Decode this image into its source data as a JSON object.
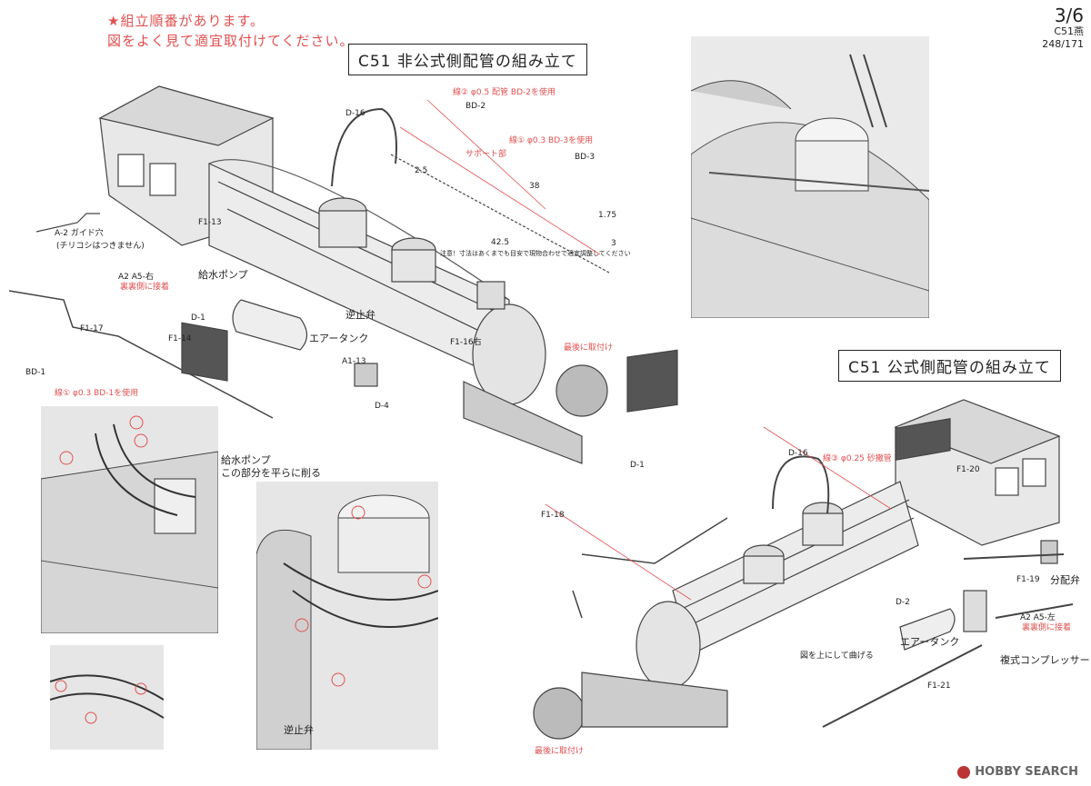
{
  "warning": {
    "line1": "★組立順番があります。",
    "line2": "図をよく見て適宜取付けてください。"
  },
  "titles": {
    "unofficial": "C51 非公式側配管の組み立て",
    "official": "C51 公式側配管の組み立て"
  },
  "page": {
    "number": "3/6",
    "model": "C51燕",
    "code": "248/171"
  },
  "labels": {
    "guide": "A-2 ガイド穴",
    "guide_note": "(チリコシはつきません)",
    "a2_right": "A2 A5-右",
    "a2_right_note": "裏裏側に接着",
    "feed_pump": "給水ポンプ",
    "feed_pump_note": "この部分を平らに削る",
    "air_tank": "エアータンク",
    "air_tank2": "エアータンク",
    "check_valve": "逆止弁",
    "check_valve2": "逆止弁",
    "compressor": "複式コンプレッサー",
    "distributor": "分配弁",
    "bend_up": "図を上にして曲げる",
    "a2_left": "A2 A5-左",
    "a2_left_note": "裏裏側に接着",
    "d16": "D-16",
    "d16b": "D-16",
    "f113": "F1-13",
    "f114": "F1-14",
    "f117": "F1-17",
    "f116": "F1-16右",
    "f118": "F1-18",
    "f119": "F1-19",
    "f120": "F1-20",
    "f121": "F1-21",
    "d1": "D-1",
    "d1b": "D-1",
    "d2": "D-2",
    "d4": "D-4",
    "a113": "A1-13",
    "bd1": "BD-1",
    "bd2": "BD-2",
    "bd3": "BD-3",
    "support": "サポート部",
    "dim_38": "38",
    "dim_425": "42.5",
    "dim_175": "1.75",
    "dim_25": "2.5",
    "dim_3": "3",
    "note_dim": "注意！寸法はあくまでも目安で現物合わせで適宜調整してください",
    "wire_03": "φ0.3",
    "wire_025": "φ0.25",
    "wire_05": "φ0.5",
    "red_note1": "線① φ0.3 BD-1を使用",
    "red_note2": "線③ φ0.25 砂撒管",
    "red_note3": "線② φ0.5 配管 BD-2を使用",
    "red_note4": "最後に取付け",
    "red_note5": "線① φ0.3 BD-3を使用"
  },
  "watermark": {
    "brand": "HOBBY SEARCH"
  }
}
